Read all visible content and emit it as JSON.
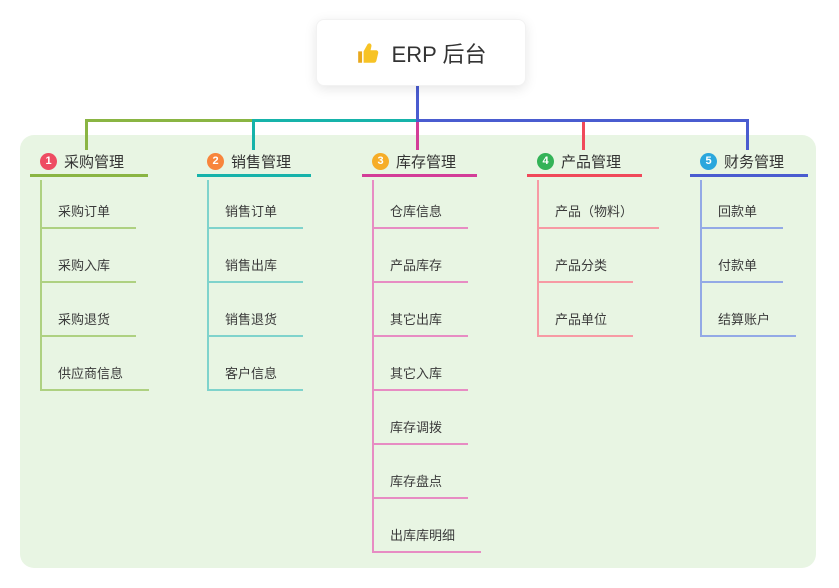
{
  "root": {
    "title": "ERP 后台",
    "icon": "thumbs-up-icon",
    "icon_colors": {
      "hand": "#f7c325",
      "cuff": "#e8a81c"
    },
    "stem_color": "#4a5cd0"
  },
  "panel": {
    "background": "#e8f5e3"
  },
  "text_colors": {
    "node": "#333333",
    "child": "#3b3b3b"
  },
  "branches": [
    {
      "num": "1",
      "label": "采购管理",
      "badge_color": "#ee4c62",
      "line_color": "#8ab543",
      "child_line_color": "#aed181",
      "children": [
        "采购订单",
        "采购入库",
        "采购退货",
        "供应商信息"
      ]
    },
    {
      "num": "2",
      "label": "销售管理",
      "badge_color": "#f8853c",
      "line_color": "#16b3aa",
      "child_line_color": "#7fd3cc",
      "children": [
        "销售订单",
        "销售出库",
        "销售退货",
        "客户信息"
      ]
    },
    {
      "num": "3",
      "label": "库存管理",
      "badge_color": "#f6ad27",
      "line_color": "#d33d98",
      "child_line_color": "#e78cc3",
      "children": [
        "仓库信息",
        "产品库存",
        "其它出库",
        "其它入库",
        "库存调拨",
        "库存盘点",
        "出库库明细"
      ]
    },
    {
      "num": "4",
      "label": "产品管理",
      "badge_color": "#33b357",
      "line_color": "#f0495a",
      "child_line_color": "#f79aa4",
      "children": [
        "产品（物料）",
        "产品分类",
        "产品单位"
      ]
    },
    {
      "num": "5",
      "label": "财务管理",
      "badge_color": "#2aa7dd",
      "line_color": "#4a5cd0",
      "child_line_color": "#93a9e6",
      "children": [
        "回款单",
        "付款单",
        "结算账户"
      ]
    }
  ]
}
